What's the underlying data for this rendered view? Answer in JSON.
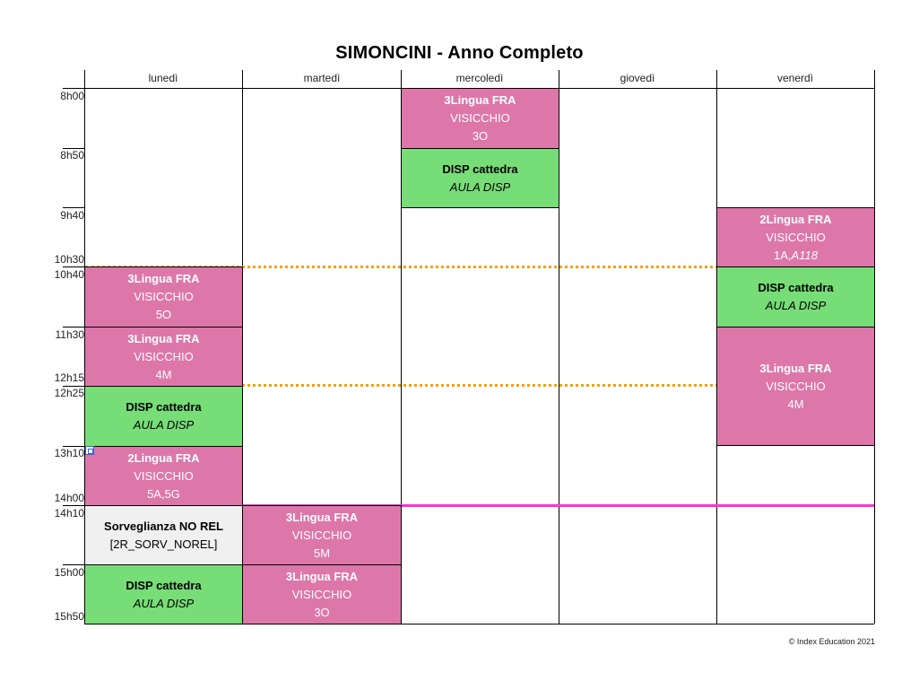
{
  "title": "SIMONCINI - Anno Completo",
  "days": [
    "lunedì",
    "martedì",
    "mercoledì",
    "giovedì",
    "venerdì"
  ],
  "times": [
    "8h00",
    "8h50",
    "9h40",
    "10h30",
    "10h40",
    "11h30",
    "12h15",
    "12h25",
    "13h10",
    "14h00",
    "14h10",
    "15h00",
    "15h50"
  ],
  "colors": {
    "lesson": "#dd77aa",
    "disp": "#77dd77",
    "sorveglianza": "#f0f0f0",
    "break_line": "#f5a000",
    "lunch_line": "#ff33cc"
  },
  "slots": {
    "mer_1": {
      "subject": "3Lingua FRA",
      "teacher": "VISICCHIO",
      "class": "3O"
    },
    "mer_2": {
      "subject": "DISP cattedra",
      "room": "AULA DISP"
    },
    "ven_3": {
      "subject": "2Lingua FRA",
      "teacher": "VISICCHIO",
      "class": "1A,",
      "room": "A118"
    },
    "ven_4": {
      "subject": "DISP cattedra",
      "room": "AULA DISP"
    },
    "ven_5": {
      "subject": "3Lingua FRA",
      "teacher": "VISICCHIO",
      "class": "4M"
    },
    "lun_4": {
      "subject": "3Lingua FRA",
      "teacher": "VISICCHIO",
      "class": "5O"
    },
    "lun_5": {
      "subject": "3Lingua FRA",
      "teacher": "VISICCHIO",
      "class": "4M"
    },
    "lun_6": {
      "subject": "DISP cattedra",
      "room": "AULA DISP"
    },
    "lun_7": {
      "subject": "2Lingua FRA",
      "teacher": "VISICCHIO",
      "class": "5A,5G"
    },
    "lun_8": {
      "subject": "Sorveglianza NO REL",
      "detail": "[2R_SORV_NOREL]"
    },
    "lun_9": {
      "subject": "DISP cattedra",
      "room": "AULA DISP"
    },
    "mar_8": {
      "subject": "3Lingua FRA",
      "teacher": "VISICCHIO",
      "class": "5M"
    },
    "mar_9": {
      "subject": "3Lingua FRA",
      "teacher": "VISICCHIO",
      "class": "3O"
    }
  },
  "copyright": "© Index Education 2021"
}
